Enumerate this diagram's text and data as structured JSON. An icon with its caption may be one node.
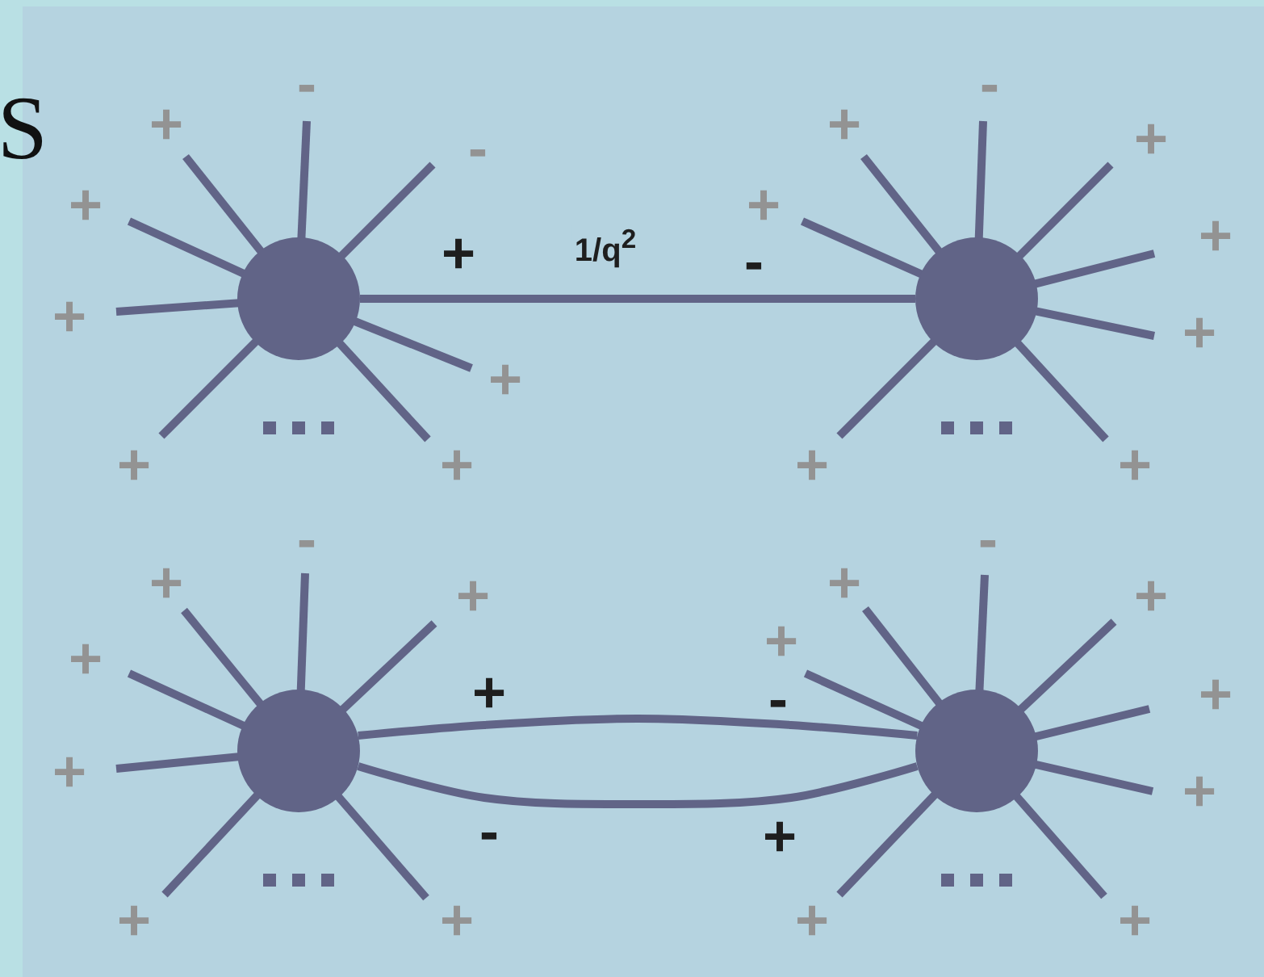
{
  "diagram": {
    "nodes": [
      {
        "text": [],
        "shape": "circle"
      },
      {
        "text": [],
        "shape": "circle"
      },
      {
        "text": [],
        "shape": "circle"
      },
      {
        "text": [],
        "shape": "circle"
      }
    ],
    "edges": [
      {
        "from": 0,
        "to": 1,
        "arrow": "none",
        "label": "1/q$^{2}$"
      },
      {
        "from": 2,
        "to": 3,
        "arrow": "none"
      },
      {
        "from": 2,
        "to": 3,
        "arrow": "none"
      }
    ],
    "labels": [
      "S",
      "-",
      "-",
      "+",
      "+",
      "+",
      "-",
      "+",
      "+",
      "+",
      "+",
      "-",
      "+",
      "+",
      "+",
      "+",
      "+",
      "+",
      "+",
      "-",
      "-",
      "+",
      "+",
      "+",
      "+",
      "+",
      "+",
      "+",
      "-",
      "+",
      "+",
      "+",
      "-",
      "+",
      "+",
      "+",
      "+",
      "+"
    ]
  }
}
